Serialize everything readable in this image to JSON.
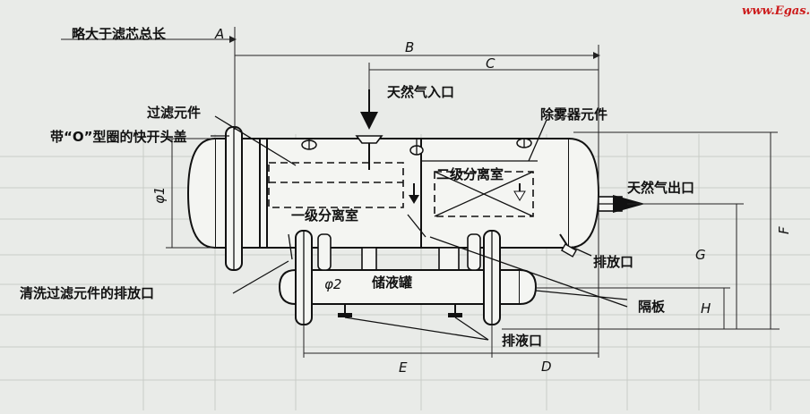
{
  "watermark": "www.Egas.cn",
  "labels": {
    "length_note": "略大于滤芯总长",
    "gas_inlet": "天然气入口",
    "filter_element": "过滤元件",
    "mist_element": "除雾器元件",
    "quick_open_head": "带“O”型圈的快开头盖",
    "second_stage": "二级分离室",
    "gas_outlet": "天然气出口",
    "first_stage": "一级分离室",
    "drain_port": "排放口",
    "clean_drain": "清洗过滤元件的排放口",
    "liquid_tank": "储液罐",
    "baffle": "隔板",
    "liquid_drain": "排液口"
  },
  "dimensions": {
    "A": "A",
    "B": "B",
    "C": "C",
    "D": "D",
    "E": "E",
    "F": "F",
    "G": "G",
    "H": "H",
    "phi1": "φ1",
    "phi2": "φ2"
  }
}
